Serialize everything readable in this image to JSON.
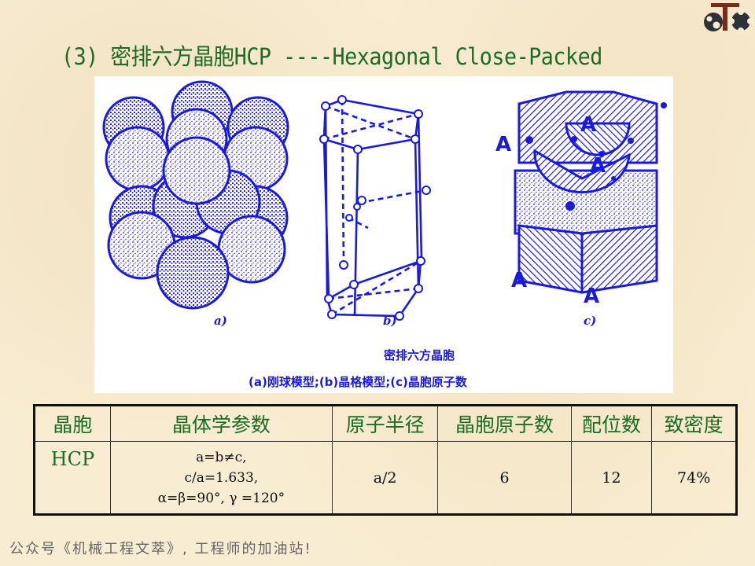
{
  "slide": {
    "title": "(3) 密排六方晶胞HCP ----Hexagonal Close-Packed",
    "logo": "publisher-logo-icon"
  },
  "figure": {
    "panels": [
      {
        "label": "a)",
        "description": "hard-sphere model"
      },
      {
        "label": "b)",
        "description": "lattice model"
      },
      {
        "label": "c)",
        "description": "atoms per unit cell",
        "atom_markers": [
          "A",
          "A",
          "A",
          "A",
          "A"
        ]
      }
    ],
    "caption_title": "密排六方晶胞",
    "caption_sub": "(a)刚球模型;(b)晶格模型;(c)晶胞原子数",
    "line_color": "#1a1adb"
  },
  "table": {
    "headers": [
      "晶胞",
      "晶体学参数",
      "原子半径",
      "晶胞原子数",
      "配位数",
      "致密度"
    ],
    "rows": [
      {
        "cell": "HCP",
        "params": [
          "a=b≠c,",
          "c/a=1.633,",
          "α=β=90°, γ =120°"
        ],
        "atomic_radius": "a/2",
        "atoms_per_cell": "6",
        "coordination_number": "12",
        "packing_density": "74%"
      }
    ]
  },
  "footer": {
    "text": "公众号《机械工程文萃》, 工程师的加油站!"
  },
  "colors": {
    "title_green": "#1d6b24",
    "figure_blue": "#1a1adb",
    "background": "#f8ecd2"
  }
}
